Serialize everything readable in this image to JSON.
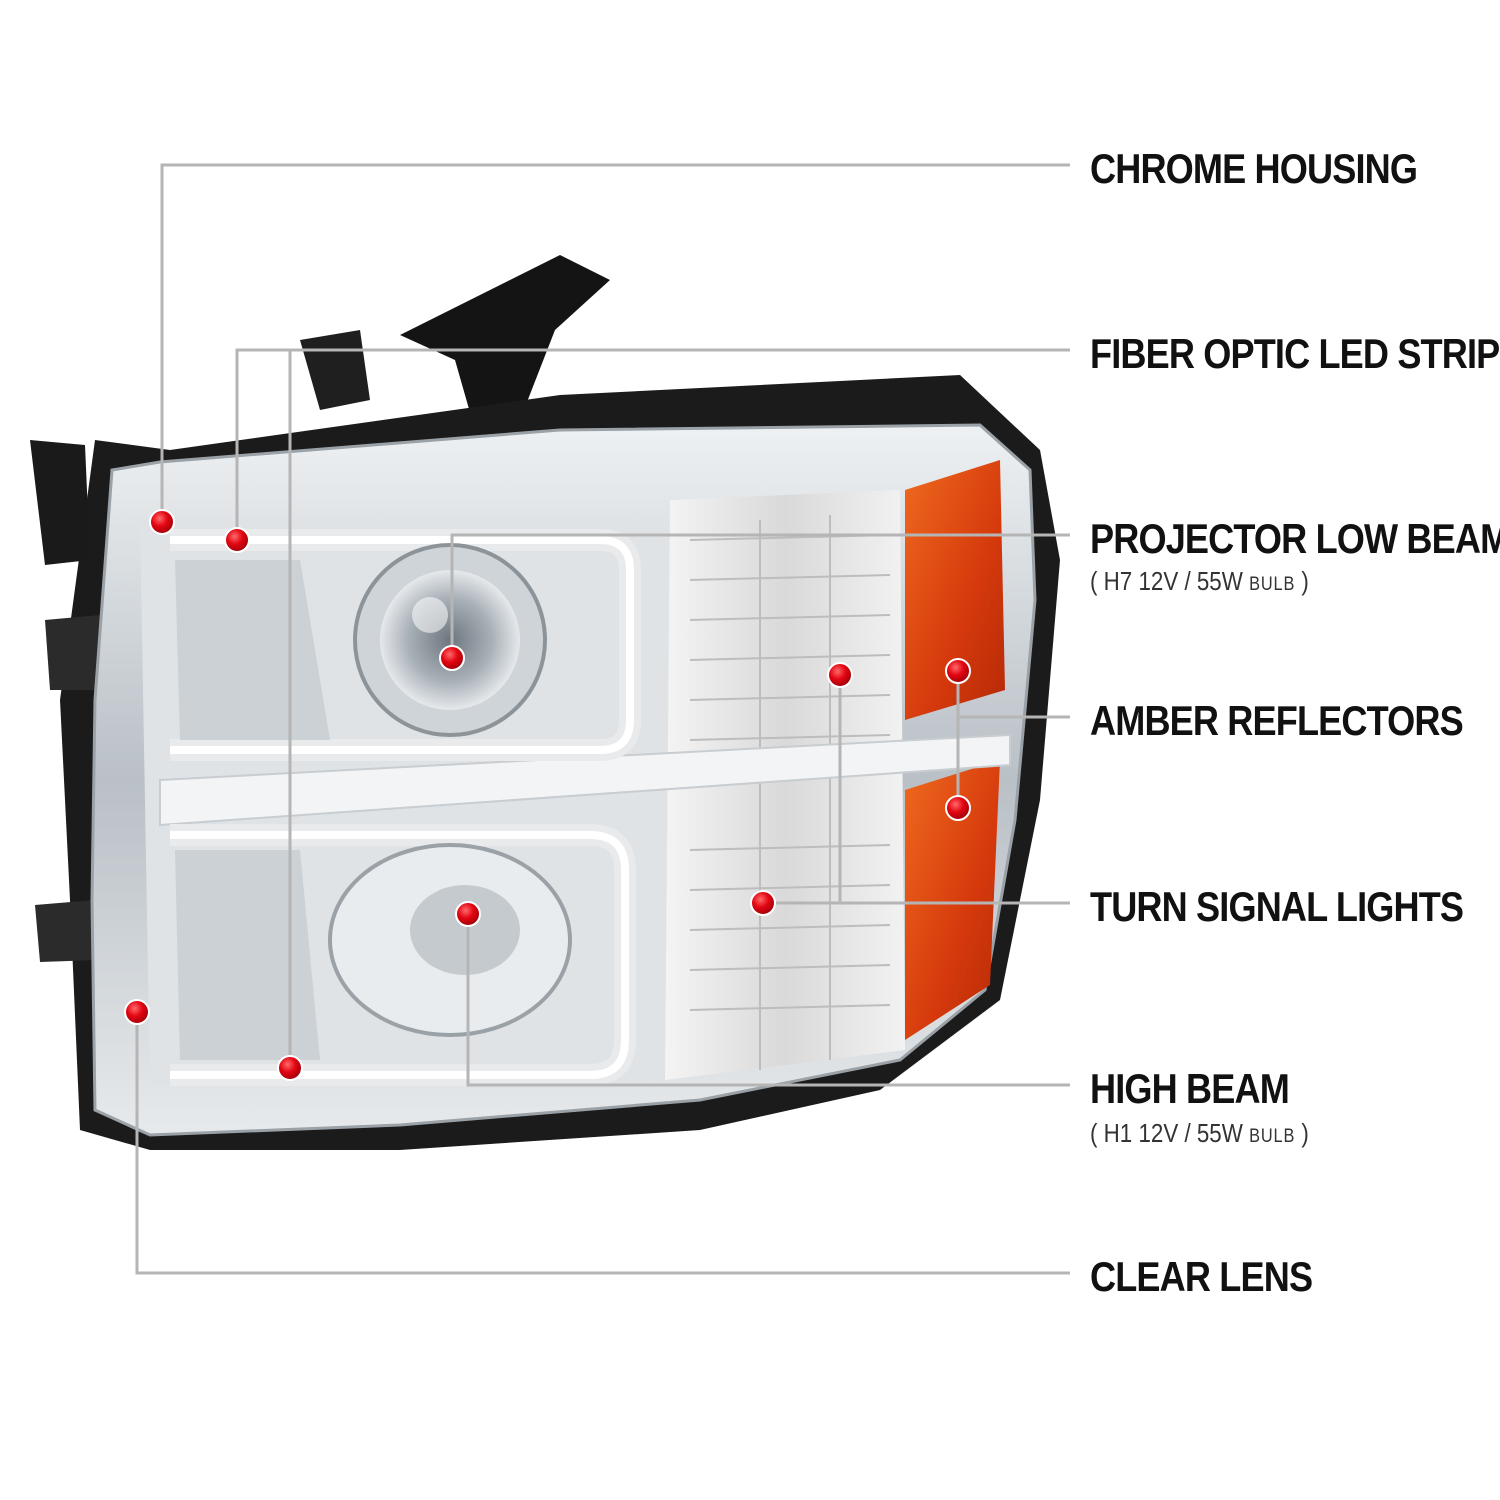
{
  "callouts": [
    {
      "id": "chrome-housing",
      "label": "CHROME HOUSING"
    },
    {
      "id": "fiber-optic",
      "label": "FIBER OPTIC LED STRIPS"
    },
    {
      "id": "projector-low-beam",
      "label": "PROJECTOR LOW BEAM",
      "sub_open": "( H7  12V / 55W",
      "sub_unit": "BULB",
      "sub_close": ")"
    },
    {
      "id": "amber-reflectors",
      "label": "AMBER REFLECTORS"
    },
    {
      "id": "turn-signal",
      "label": "TURN SIGNAL LIGHTS"
    },
    {
      "id": "high-beam",
      "label": "HIGH BEAM",
      "sub_open": "( H1  12V / 55W",
      "sub_unit": "BULB",
      "sub_close": ")"
    },
    {
      "id": "clear-lens",
      "label": "CLEAR LENS"
    }
  ],
  "colors": {
    "leader_line": "#b5b5b5",
    "marker": "#e30613",
    "amber": "#d9480f",
    "chrome": "#c9ced3",
    "housing_black": "#1b1b1b"
  }
}
